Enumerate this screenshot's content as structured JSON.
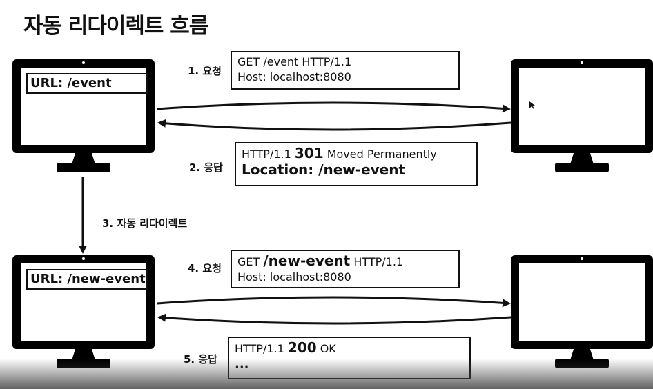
{
  "title": "자동 리다이렉트 흐름",
  "client_top": {
    "url_label": "URL: /event"
  },
  "client_bottom": {
    "url_label": "URL: /new-event"
  },
  "steps": {
    "s1": "1. 요청",
    "s2": "2. 응답",
    "s3": "3. 자동 리다이렉트",
    "s4": "4. 요청",
    "s5": "5. 응답"
  },
  "request1": {
    "line1": "GET /event HTTP/1.1",
    "line2": "Host: localhost:8080"
  },
  "response1": {
    "line1_prefix": "HTTP/1.1 ",
    "line1_code": "301",
    "line1_suffix": " Moved Permanently",
    "line2": "Location: /new-event"
  },
  "request2": {
    "line1_prefix": "GET ",
    "line1_path": "/new-event",
    "line1_suffix": " HTTP/1.1",
    "line2": "Host: localhost:8080"
  },
  "response2": {
    "line1_prefix": "HTTP/1.1 ",
    "line1_code": "200",
    "line1_suffix": " OK",
    "line2": "..."
  }
}
